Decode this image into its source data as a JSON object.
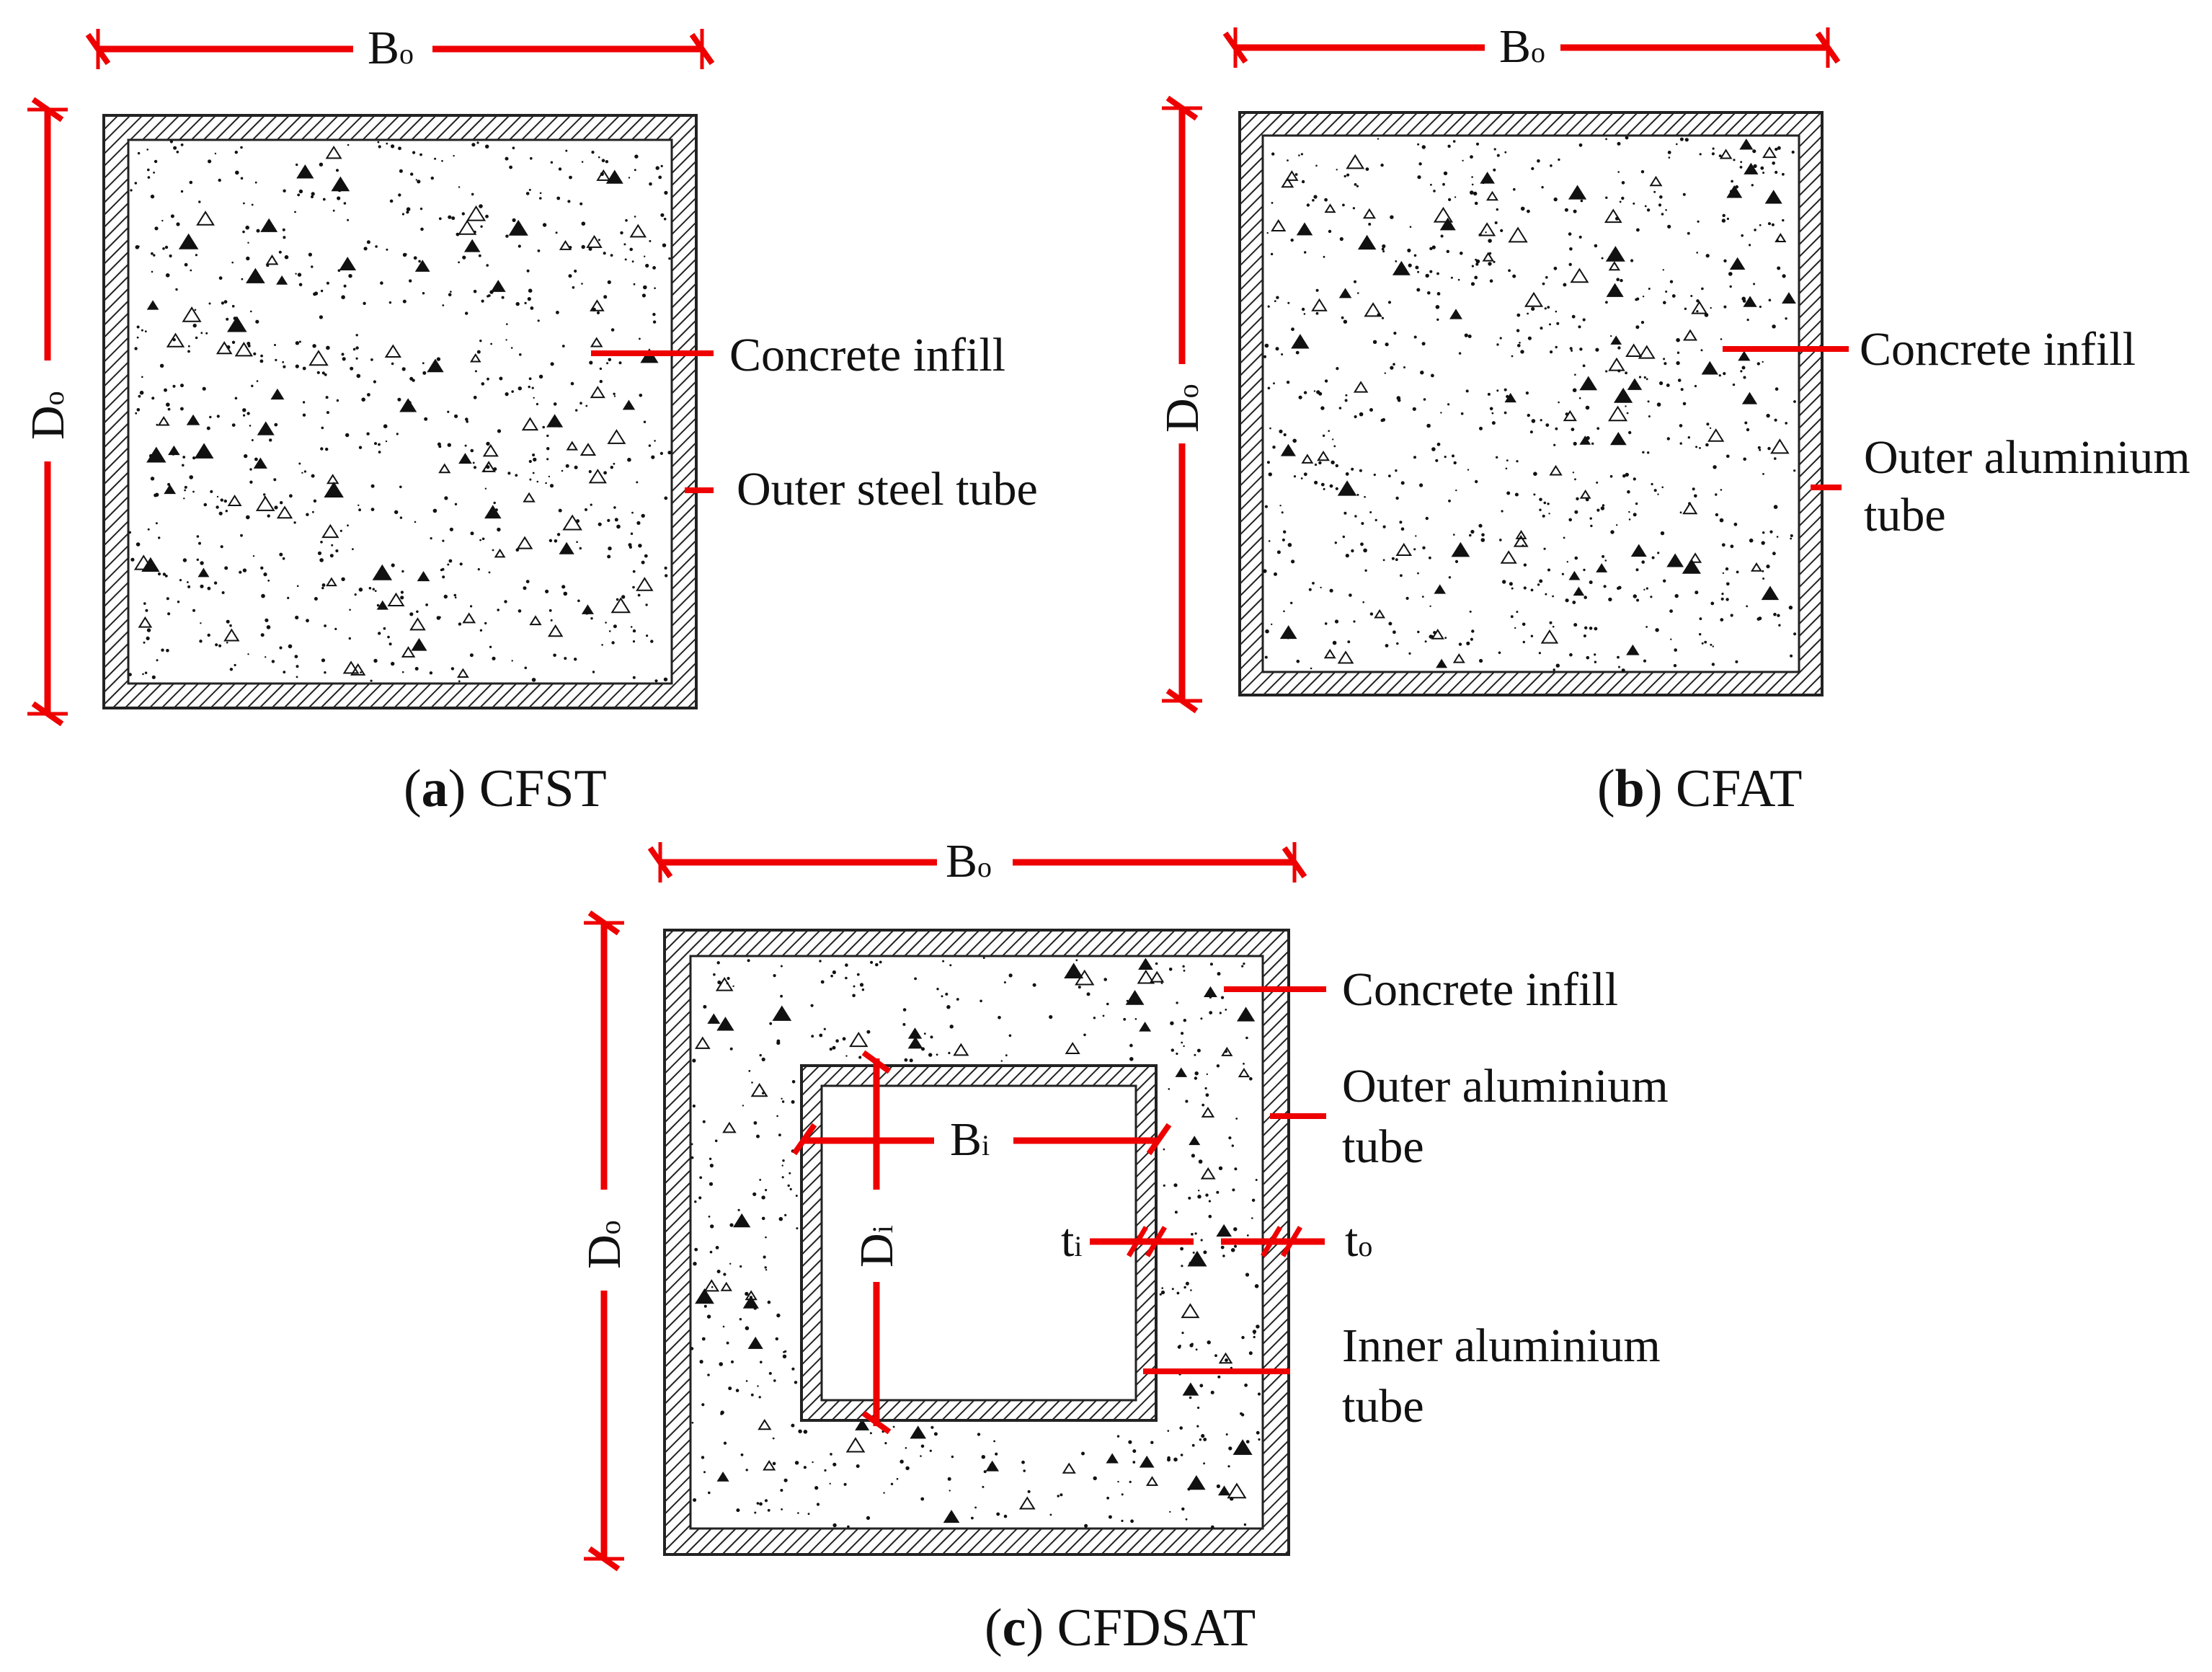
{
  "colors": {
    "dimension": "#ee0000",
    "outline": "#222222",
    "concrete_dots": "#111111"
  },
  "panels": {
    "a": {
      "caption_letter": "a",
      "caption_text": "CFST",
      "dim_b_main": "B",
      "dim_b_sub": "o",
      "dim_d_main": "D",
      "dim_d_sub": "o",
      "label_concrete": "Concrete infill",
      "label_tube": "Outer steel tube"
    },
    "b": {
      "caption_letter": "b",
      "caption_text": "CFAT",
      "dim_b_main": "B",
      "dim_b_sub": "o",
      "dim_d_main": "D",
      "dim_d_sub": "o",
      "label_concrete": "Concrete infill",
      "label_tube_line1": "Outer aluminium",
      "label_tube_line2": "tube"
    },
    "c": {
      "caption_letter": "c",
      "caption_text": "CFDSAT",
      "dim_b_main": "B",
      "dim_b_sub": "o",
      "dim_d_main": "D",
      "dim_d_sub": "o",
      "dim_bi_main": "B",
      "dim_bi_sub": "i",
      "dim_di_main": "D",
      "dim_di_sub": "i",
      "dim_ti_main": "t",
      "dim_ti_sub": "i",
      "dim_to_main": "t",
      "dim_to_sub": "o",
      "label_concrete": "Concrete infill",
      "label_outer_line1": "Outer aluminium",
      "label_outer_line2": "tube",
      "label_inner_line1": "Inner aluminium",
      "label_inner_line2": "tube"
    }
  }
}
